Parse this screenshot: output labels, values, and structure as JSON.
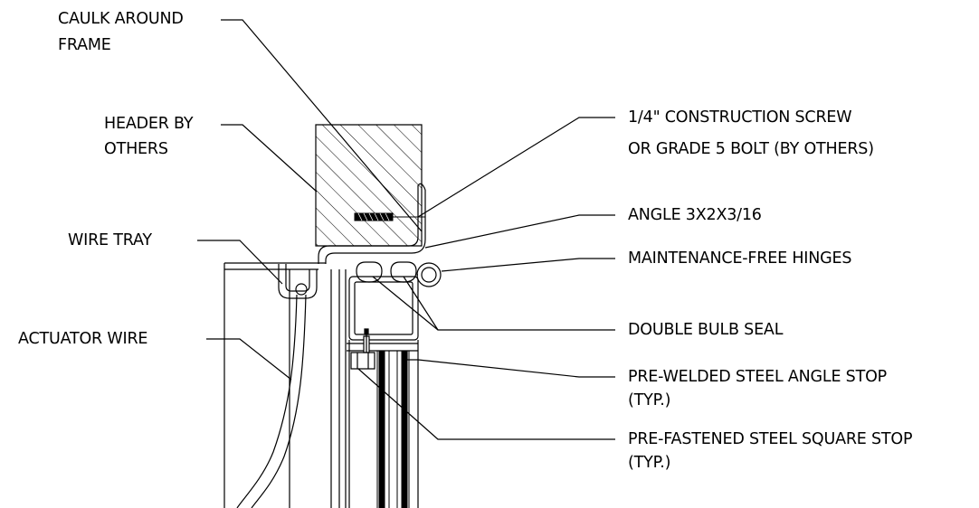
{
  "labels": {
    "caulk_around_frame": [
      "CAULK AROUND",
      "FRAME"
    ],
    "header_by_others": [
      "HEADER BY",
      "OTHERS"
    ],
    "wire_tray": "WIRE TRAY",
    "actuator_wire": "ACTUATOR WIRE",
    "construction_screw": [
      "1/4\" CONSTRUCTION SCREW",
      "OR GRADE 5 BOLT (BY OTHERS)"
    ],
    "angle": "ANGLE 3X2X3/16",
    "hinges": "MAINTENANCE-FREE HINGES",
    "double_bulb_seal": "DOUBLE BULB SEAL",
    "angle_stop": [
      "PRE-WELDED STEEL ANGLE STOP",
      "(TYP.)"
    ],
    "square_stop": [
      "PRE-FASTENED STEEL SQUARE STOP",
      "(TYP.)"
    ]
  },
  "colors": {
    "ink": "#000000",
    "background": "#ffffff"
  }
}
